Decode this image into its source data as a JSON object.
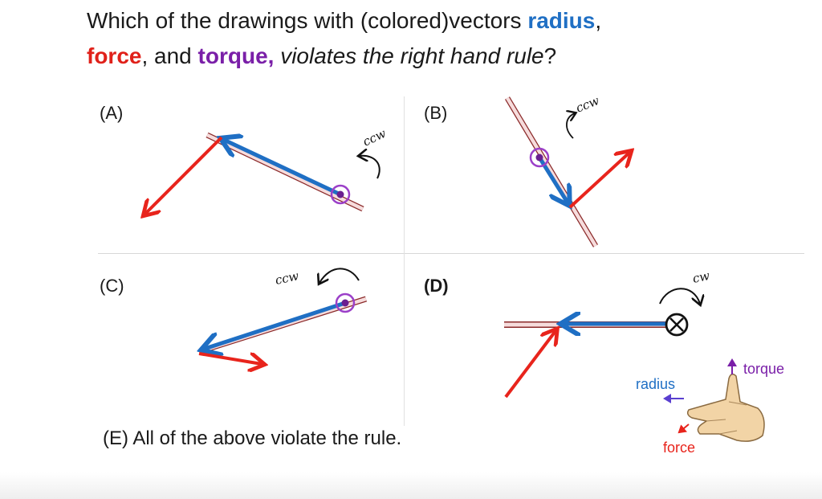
{
  "question": {
    "part1": "Which of the drawings with (colored)vectors ",
    "radius": "radius",
    "comma1": ",",
    "force": "force",
    "part2": ", and ",
    "torque": "torque",
    "comma2": ",",
    "space": " ",
    "italic": "violates the right hand rule",
    "end": "?"
  },
  "panels": {
    "a": {
      "label": "(A)",
      "rotation_note": "ccw"
    },
    "b": {
      "label": "(B)",
      "rotation_note": "ccw"
    },
    "c": {
      "label": "(C)",
      "rotation_note": "ccw"
    },
    "d": {
      "label": "(D)",
      "rotation_note": "cw"
    }
  },
  "option_e": "(E) All of the above violate the rule.",
  "hand_legend": {
    "torque": "torque",
    "radius": "radius",
    "force": "force"
  },
  "colors": {
    "radius": "#1f6fc4",
    "force": "#e8241c",
    "torque": "#7a1fa8",
    "bar_fill": "#f6dcdc",
    "bar_stroke": "#8b2a2a"
  }
}
